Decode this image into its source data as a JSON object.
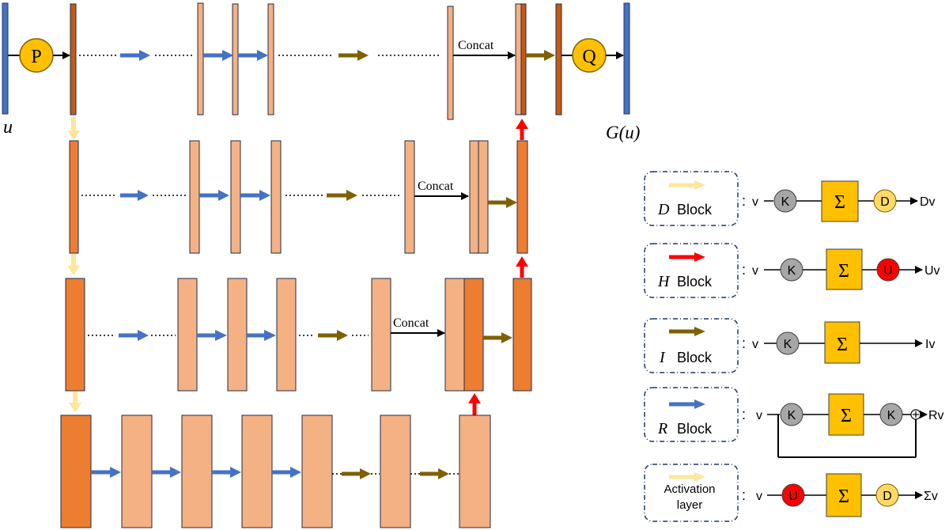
{
  "diagram": {
    "input_label": "u",
    "output_label": "G(u)",
    "lift_operator": "P",
    "project_operator": "Q",
    "concat_labels": [
      "Concat",
      "Concat",
      "Concat"
    ]
  },
  "legend": {
    "items": [
      {
        "block_letter": "D",
        "block_word": "Block",
        "input": "v",
        "output": "Dv",
        "ops": [
          "K",
          "Σ",
          "D"
        ]
      },
      {
        "block_letter": "H",
        "block_word": "Block",
        "input": "v",
        "output": "Uv",
        "ops": [
          "K",
          "Σ",
          "U"
        ]
      },
      {
        "block_letter": "I",
        "block_word": "Block",
        "input": "v",
        "output": "Iv",
        "ops": [
          "K",
          "Σ"
        ]
      },
      {
        "block_letter": "R",
        "block_word": "Block",
        "input": "v",
        "output": "Rv",
        "ops": [
          "K",
          "Σ",
          "K"
        ]
      },
      {
        "block_text_1": "Activation",
        "block_text_2": "layer",
        "input": "v",
        "output": "Σv",
        "ops": [
          "U",
          "Σ",
          "D"
        ]
      }
    ],
    "separator": ":"
  },
  "colors": {
    "blue_bar": "#4472c4",
    "dark_orange": "#ed7d31",
    "light_orange": "#f4b183",
    "blue_arrow": "#4472c4",
    "olive_arrow": "#7f6000",
    "yellow_arrow": "#ffe699",
    "red_arrow": "#ff0000",
    "node_gold": "#ffc000",
    "node_grey": "#a6a6a6",
    "node_red": "#ff0000",
    "node_lightgold": "#ffd966"
  }
}
